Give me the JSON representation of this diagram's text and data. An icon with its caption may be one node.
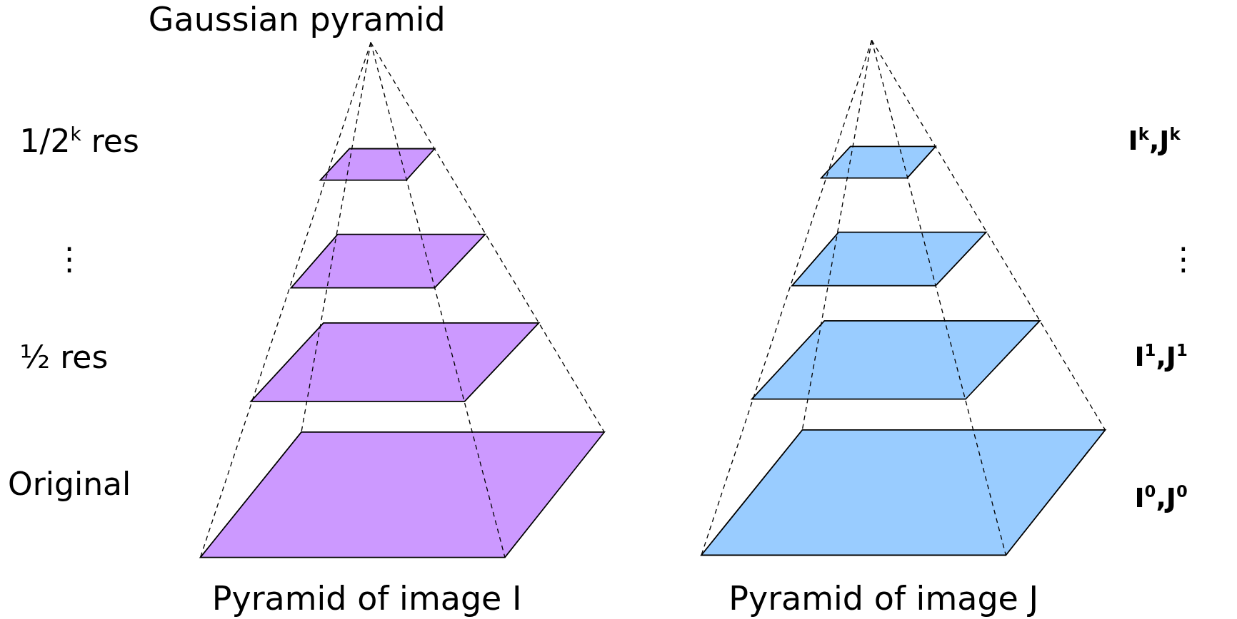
{
  "diagram": {
    "title": "Gaussian pyramid",
    "labels": [
      "1/2$^{k}$ res",
      "⋮",
      "½ res",
      "Original",
      "I$^{k}$,J$^{k}$",
      "⋮",
      "I$^{1}$,J$^{1}$",
      "I$^{0}$,J$^{0}$",
      "Pyramid of image I",
      "Pyramid of image J"
    ]
  }
}
